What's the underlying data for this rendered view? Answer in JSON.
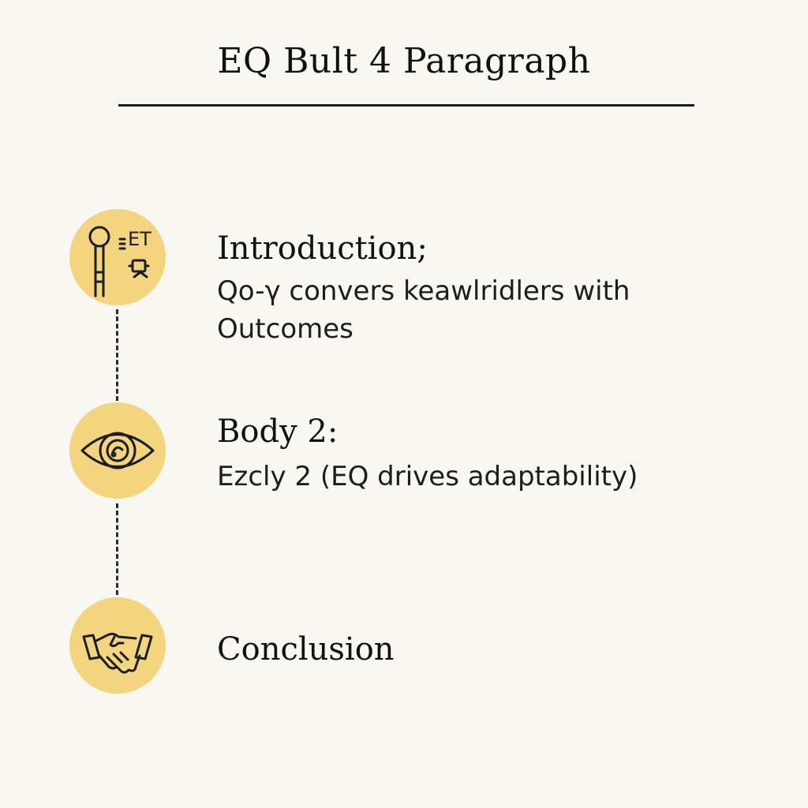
{
  "title": "EQ Bult 4 Paragraph",
  "steps": [
    {
      "heading": "Introduction;",
      "lines": [
        "Qo-γ convers keawlridlers with",
        "Outcomes"
      ],
      "icon": "key-chart-icon",
      "icon_glyph_text": "ET"
    },
    {
      "heading": "Body 2:",
      "lines": [
        "Ezcly 2 (EQ drives adaptability)"
      ],
      "icon": "eye-icon"
    },
    {
      "heading": "Conclusion",
      "lines": [],
      "icon": "handshake-icon"
    }
  ],
  "colors": {
    "background": "#f8f7f1",
    "icon_circle": "#f3d47f",
    "text": "#111111",
    "rule": "#1a1a1a"
  }
}
